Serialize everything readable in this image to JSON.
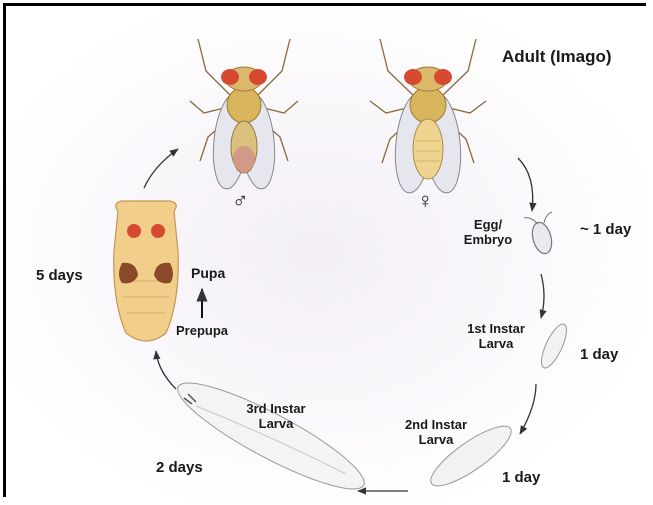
{
  "diagram": {
    "title": "Adult (Imago)",
    "male_symbol": "♂",
    "female_symbol": "♀",
    "stages": {
      "egg": "Egg/ Embryo",
      "first_instar": "1st Instar Larva",
      "second_instar": "2nd Instar Larva",
      "third_instar": "3rd Instar Larva",
      "pupa": "Pupa",
      "prepupa": "Prepupa"
    },
    "durations": {
      "egg": "~ 1 day",
      "first_instar": "1 day",
      "second_instar": "1 day",
      "third_instar": "2 days",
      "pupa": "5 days"
    }
  }
}
